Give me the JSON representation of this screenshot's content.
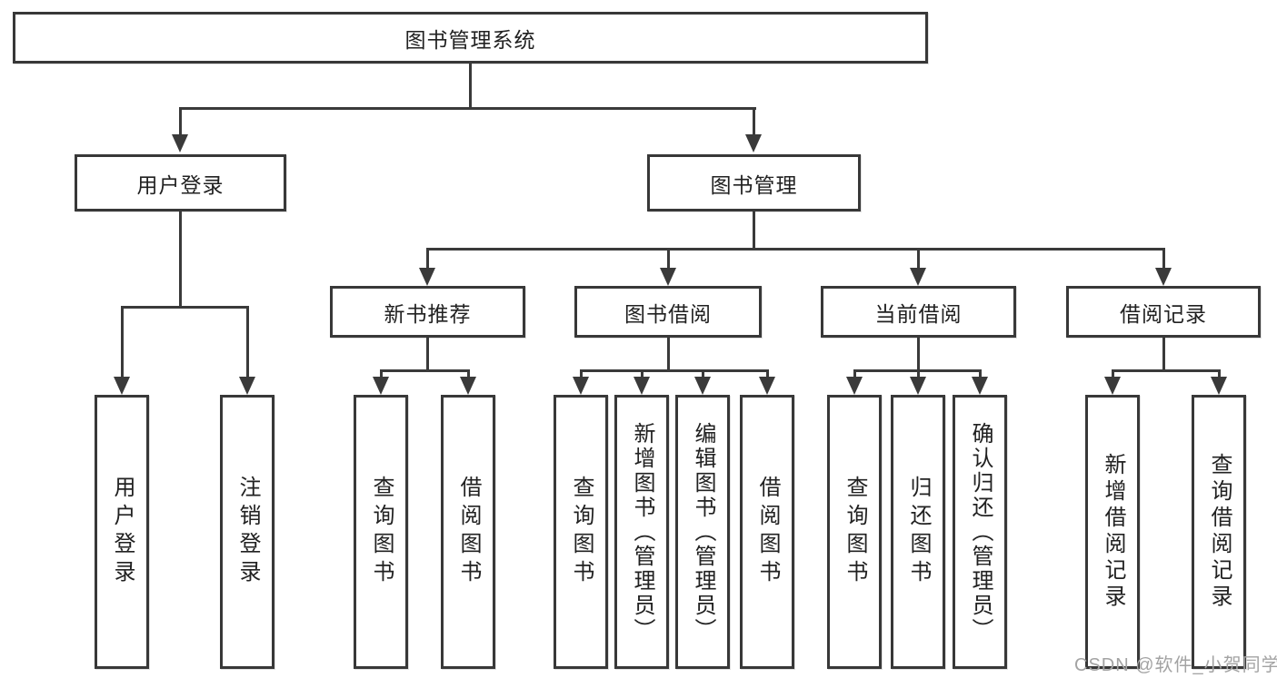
{
  "title": "图书管理系统",
  "watermark": "CSDN @软件_小贺同学",
  "colors": {
    "line": "#3a3a3a",
    "box_border": "#383838",
    "box_bg": "#ffffff",
    "text": "#212121",
    "watermark": "#a3a3a3"
  },
  "diagram_type": "functional-structure-tree",
  "nodes": {
    "root": {
      "label": "图书管理系统"
    },
    "login": {
      "label": "用户登录",
      "children": [
        {
          "label": "用户登录"
        },
        {
          "label": "注销登录"
        }
      ]
    },
    "mgmt": {
      "label": "图书管理",
      "children": [
        {
          "label": "新书推荐",
          "children": [
            {
              "label": "查询图书"
            },
            {
              "label": "借阅图书"
            }
          ]
        },
        {
          "label": "图书借阅",
          "children": [
            {
              "label": "查询图书"
            },
            {
              "label": "新增图书（管理员）"
            },
            {
              "label": "编辑图书（管理员）"
            },
            {
              "label": "借阅图书"
            }
          ]
        },
        {
          "label": "当前借阅",
          "children": [
            {
              "label": "查询图书"
            },
            {
              "label": "归还图书"
            },
            {
              "label": "确认归还（管理员）"
            }
          ]
        },
        {
          "label": "借阅记录",
          "children": [
            {
              "label": "新增借阅记录"
            },
            {
              "label": "查询借阅记录"
            }
          ]
        }
      ]
    }
  }
}
